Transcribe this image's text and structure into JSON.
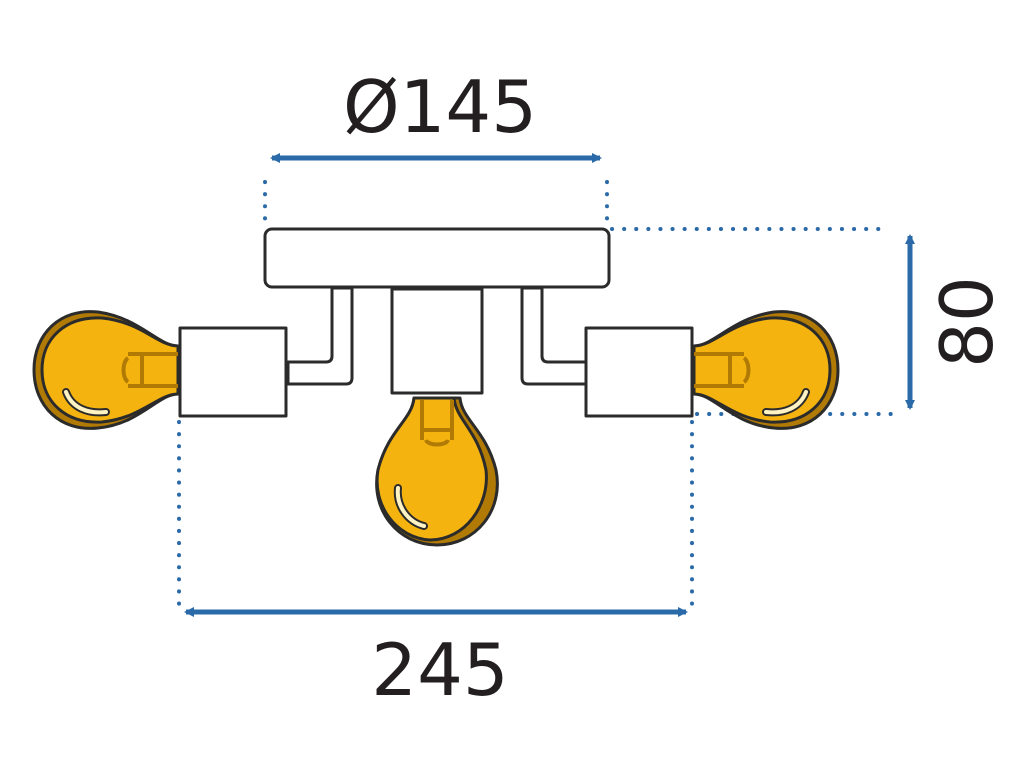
{
  "dimensions": {
    "diameter": "Ø145",
    "width": "245",
    "height": "80"
  },
  "colors": {
    "arrow": "#2a6aa8",
    "outline": "#2b2b2b",
    "body": "#ffffff",
    "bulb": "#f5b310",
    "bulb_shadow": "#b07a05",
    "highlight": "#fff3c4",
    "guide": "#2a6aa8"
  }
}
